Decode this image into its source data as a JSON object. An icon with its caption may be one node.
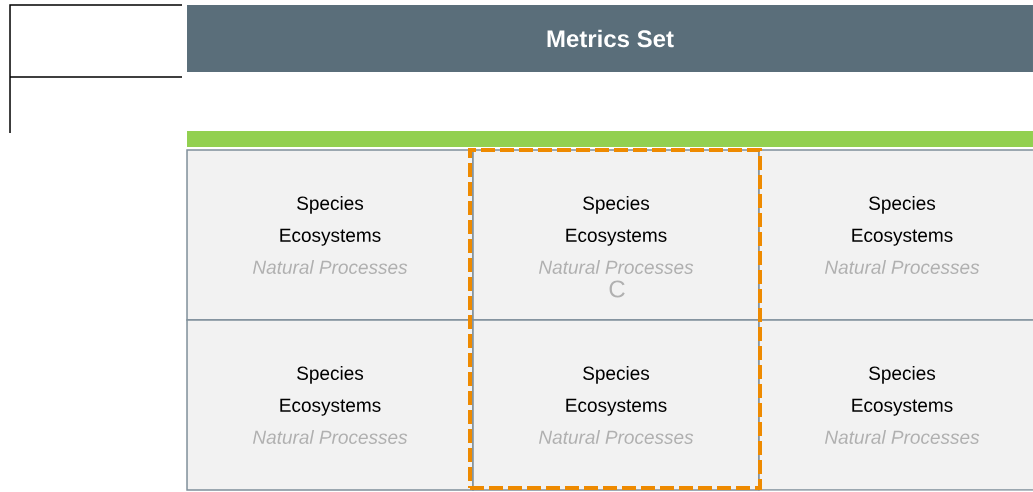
{
  "diagram": {
    "nodes": [
      {
        "text": [
          "Metrics Set"
        ]
      },
      {
        "text": [],
        "shape": "bar"
      },
      {
        "text": [
          "Species",
          "Ecosystems",
          "Natural Processes"
        ]
      },
      {
        "text": [],
        "shape": "box"
      },
      {
        "text": [
          "Species",
          "Ecosystems",
          "Natural Processes"
        ],
        "in": 3
      },
      {
        "text": [
          "Species",
          "Ecosystems",
          "Natural Processes"
        ]
      },
      {
        "text": [
          "Species",
          "Ecosystems",
          "Natural Processes"
        ]
      },
      {
        "text": [
          "Species",
          "Ecosystems",
          "Natural Processes"
        ],
        "in": 3
      },
      {
        "text": [
          "Species",
          "Ecosystems",
          "Natural Processes"
        ]
      }
    ],
    "labels": [
      "C"
    ]
  }
}
